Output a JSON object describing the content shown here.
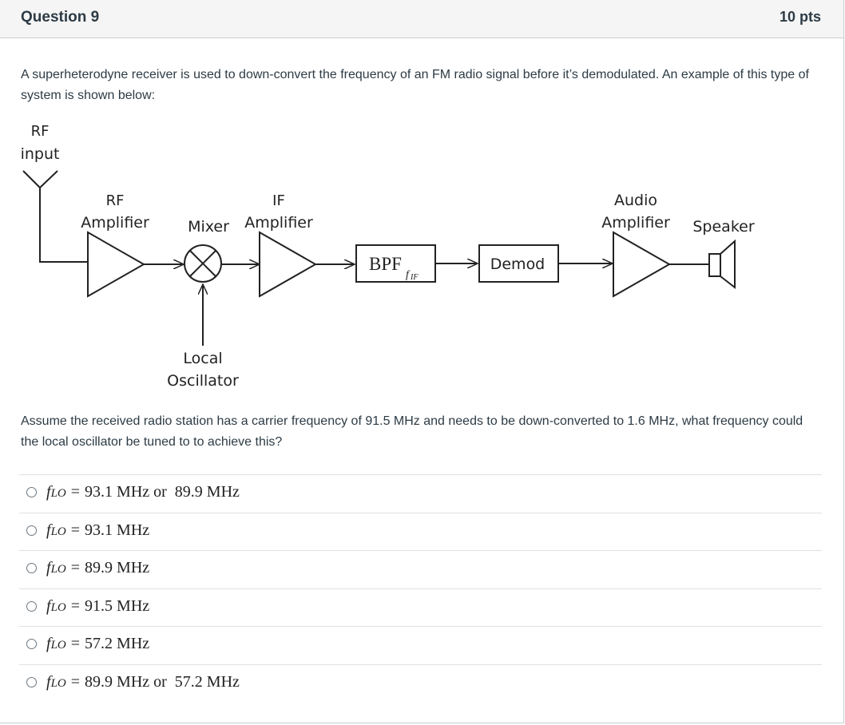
{
  "question": {
    "title": "Question 9",
    "points": "10 pts",
    "prompt_1": "A superheterodyne receiver is used to down-convert the frequency of an FM radio signal before it’s demodulated. An example of this type of system is shown below:",
    "prompt_2": "Assume the received radio station has a carrier frequency of 91.5 MHz and needs to be down-converted to 1.6 MHz, what frequency could the local oscillator be tuned to to achieve this?"
  },
  "diagram": {
    "rf_input_line1": "RF",
    "rf_input_line2": "input",
    "rf_amp_line1": "RF",
    "rf_amp_line2": "Amplifier",
    "mixer": "Mixer",
    "if_amp_line1": "IF",
    "if_amp_line2": "Amplifier",
    "bpf": "BPF",
    "bpf_sub_f": "f",
    "bpf_sub_if": "IF",
    "demod": "Demod",
    "audio_amp_line1": "Audio",
    "audio_amp_line2": "Amplifier",
    "speaker": "Speaker",
    "lo_line1": "Local",
    "lo_line2": "Oscillator"
  },
  "answers": [
    {
      "var": "f",
      "sub": "LO",
      "eq": "=",
      "value": "93.1 MHz or  89.9 MHz"
    },
    {
      "var": "f",
      "sub": "LO",
      "eq": "=",
      "value": "93.1 MHz"
    },
    {
      "var": "f",
      "sub": "LO",
      "eq": "=",
      "value": "89.9 MHz"
    },
    {
      "var": "f",
      "sub": "LO",
      "eq": "=",
      "value": "91.5 MHz"
    },
    {
      "var": "f",
      "sub": "LO",
      "eq": "=",
      "value": "57.2 MHz"
    },
    {
      "var": "f",
      "sub": "LO",
      "eq": "=",
      "value": "89.9 MHz or  57.2 MHz"
    }
  ]
}
